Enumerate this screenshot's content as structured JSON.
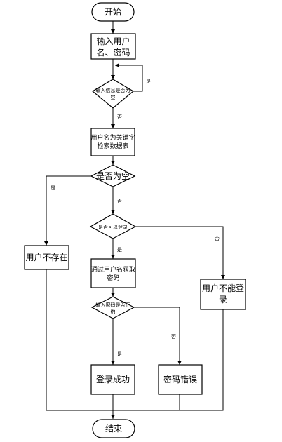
{
  "nodes": {
    "start": "开始",
    "input_user": [
      "输入用户",
      "名、密码"
    ],
    "check_input_empty": [
      "输入信息是否为",
      "空"
    ],
    "search_db": [
      "用户名为关键字",
      "检索数据表"
    ],
    "check_empty": "是否为空",
    "user_not_exist": "用户不存在",
    "check_login": "是否可以登录",
    "get_password": [
      "通过用户名获取",
      "密码"
    ],
    "user_cannot_login": [
      "用户不能登",
      "录"
    ],
    "check_password": [
      "输入密码是否正",
      "确"
    ],
    "login_success": "登录成功",
    "password_error": "密码错误",
    "end": "结束"
  },
  "labels": {
    "yes": "是",
    "no": "否"
  }
}
